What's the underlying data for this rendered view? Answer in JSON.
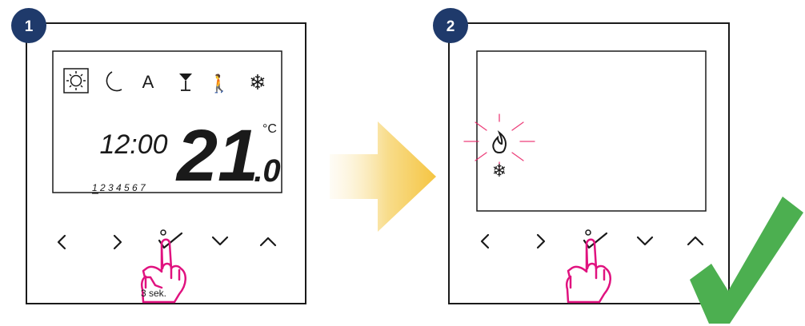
{
  "colors": {
    "step_badge": "#1f3a6b",
    "frame": "#1a1a1a",
    "hand_outline": "#e0127f",
    "burst": "#e91e63",
    "checkmark": "#4caf50",
    "arrow_start": "#fdf6e3",
    "arrow_end": "#f5c542"
  },
  "step1": {
    "number": "1",
    "mode_icons": [
      "sun-icon",
      "moon-icon",
      "auto-mode",
      "party-icon",
      "holiday-icon",
      "snowflake-icon"
    ],
    "auto_label": "A",
    "clock": "12:00",
    "temperature_whole": "21",
    "temperature_decimal": ".0",
    "temperature_unit": "°C",
    "days": "1 2 3 4 5 6 7",
    "buttons": [
      "chevron-left",
      "chevron-right",
      "ok-check",
      "chevron-down",
      "chevron-up"
    ],
    "hold_label": "3 sek."
  },
  "step2": {
    "number": "2",
    "status_icons": [
      "flame-icon",
      "snowflake-icon"
    ],
    "buttons": [
      "chevron-left",
      "chevron-right",
      "ok-check",
      "chevron-down",
      "chevron-up"
    ]
  },
  "result_icon": "checkmark-icon"
}
